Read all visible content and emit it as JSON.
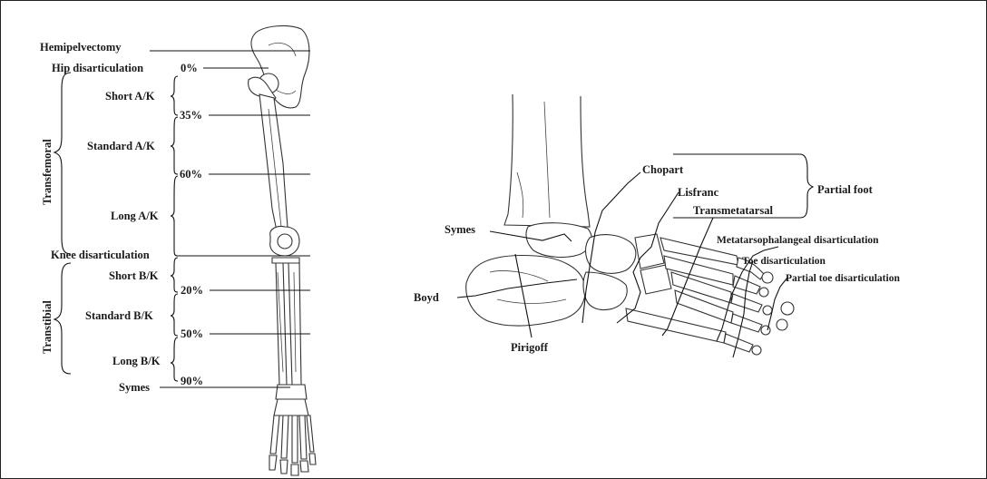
{
  "leg": {
    "levels": {
      "hemipelvectomy": "Hemipelvectomy",
      "hip": "Hip disarticulation",
      "short_ak": "Short A/K",
      "standard_ak": "Standard A/K",
      "long_ak": "Long A/K",
      "knee": "Knee disarticulation",
      "short_bk": "Short B/K",
      "standard_bk": "Standard B/K",
      "long_bk": "Long B/K",
      "symes": "Symes"
    },
    "percents": {
      "p0": "0%",
      "p35": "35%",
      "p60": "60%",
      "p20": "20%",
      "p50": "50%",
      "p90": "90%"
    },
    "groups": {
      "transfemoral": "Transfemoral",
      "transtibial": "Transtibial"
    }
  },
  "foot": {
    "labels": {
      "chopart": "Chopart",
      "lisfranc": "Lisfranc",
      "transmetatarsal": "Transmetatarsal",
      "partial_foot": "Partial foot",
      "symes": "Symes",
      "boyd": "Boyd",
      "pirigoff": "Pirigoff",
      "mtp": "Metatarsophalangeal disarticulation",
      "toe": "Toe disarticulation",
      "partial_toe": "Partial toe disarticulation"
    }
  }
}
